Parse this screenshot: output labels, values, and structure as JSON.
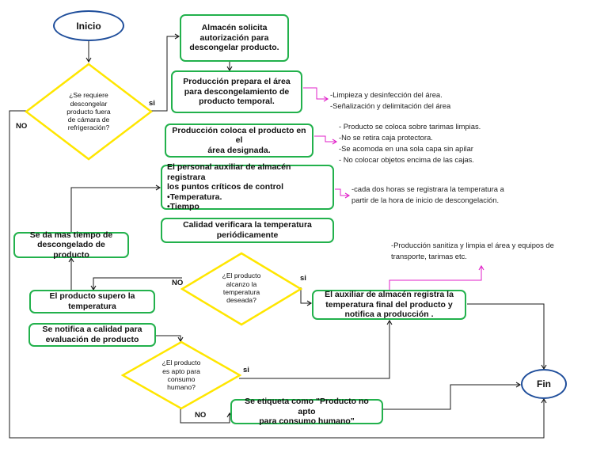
{
  "nodes": {
    "inicio": "Inicio",
    "fin": "Fin",
    "almacen_solicita": "Almacén solicita\nautorización para\ndescongelar producto.",
    "produccion_prepara": "Producción prepara el área\npara descongelamiento de\nproducto temporal.",
    "produccion_coloca": "Producción coloca el producto en el\nárea designada.",
    "personal_registra": "El personal auxiliar de almacén registrara\nlos puntos críticos de control\n•Temperatura.\n•Tiempo",
    "calidad_verifica": "Calidad verificara la temperatura\nperiódicamente",
    "mas_tiempo": "Se da mas tiempo de\ndescongelado de producto",
    "supero_temp": "El producto supero la\ntemperatura",
    "auxiliar_registra_final": "El auxiliar de almacén registra la\ntemperatura final del producto y\nnotifica a producción .",
    "notifica_calidad": "Se notifica a calidad para\nevaluación de producto",
    "etiqueta_no_apto": "Se etiqueta como \"Producto no apto\npara consumo humano\""
  },
  "decisions": {
    "requiere_descongelar": "¿Se requiere\ndescongelar\nproducto fuera\nde cámara de\nrefrigeración?",
    "alcanzo_temp": "¿El producto\nalcanzo la\ntemperatura\ndeseada?",
    "apto_consumo": "¿El producto\nes apto para\nconsumo\nhumano?"
  },
  "edge_labels": {
    "si_1": "si",
    "no_1": "NO",
    "si_2": "si",
    "no_2": "NO",
    "si_3": "si",
    "no_3": "NO"
  },
  "notes": {
    "limpieza": "-Limpieza y desinfección del área.\n-Señalización y delimitación del área",
    "tarimas": "- Producto se coloca sobre tarimas limpias.\n-No se retira caja protectora.\n-Se acomoda en una sola capa sin apilar\n- No colocar objetos encima de las cajas.",
    "dos_horas": "-cada dos horas se registrara la temperatura a\npartir de la hora de inicio de descongelación.",
    "sanitiza": "-Producción sanitiza y limpia el área y equipos de\ntransporte, tarimas etc."
  },
  "colors": {
    "box_border": "#22b14c",
    "terminal_border": "#1f4e9b",
    "note_arrow": "#e020c8",
    "line": "#1a1a1a"
  }
}
